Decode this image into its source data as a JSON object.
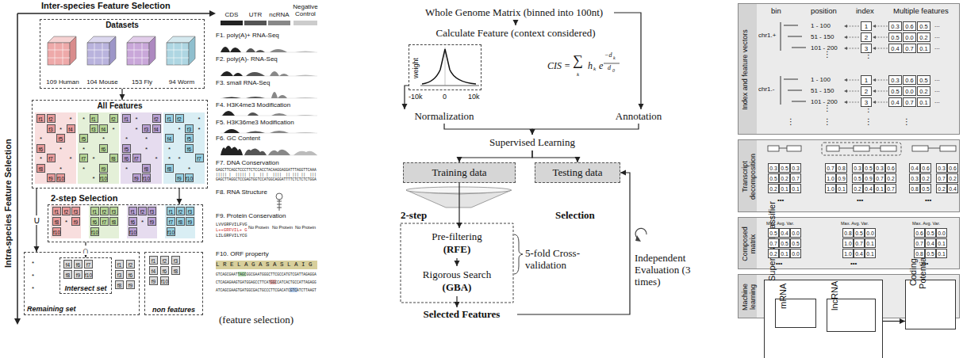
{
  "diagram": {
    "nodes": [
      {
        "text": [
          "Datasets"
        ]
      },
      {
        "text": [
          "109 Human"
        ],
        "in": 0
      },
      {
        "text": [
          "104 Mouse"
        ],
        "in": 0
      },
      {
        "text": [
          "153 Fly"
        ],
        "in": 0
      },
      {
        "text": [
          "94 Worm"
        ],
        "in": 0
      },
      {
        "text": [
          "All Features"
        ]
      },
      {
        "text": [
          "2-step Selection"
        ]
      },
      {
        "text": [
          "Remaining set"
        ]
      },
      {
        "text": [
          "Intersect set"
        ],
        "in": 7
      },
      {
        "text": [
          "non features"
        ]
      },
      {
        "text": [
          "Whole Genome Matrix (binned into 100nt)"
        ]
      },
      {
        "text": [
          "Calculate Feature (context considered)"
        ]
      },
      {
        "text": [
          "weight"
        ]
      },
      {
        "text": [
          "Normalization"
        ]
      },
      {
        "text": [
          "Annotation"
        ]
      },
      {
        "text": [
          "Supervised Learning"
        ]
      },
      {
        "text": [
          "Training data"
        ]
      },
      {
        "text": [
          "Testing data"
        ]
      },
      {
        "text": [
          "Pre-filtering",
          "(RFE)"
        ]
      },
      {
        "text": [
          "Rigorous Search",
          "(GBA)"
        ]
      },
      {
        "text": [
          "Selected Features"
        ]
      },
      {
        "text": [
          "Index and feature vectors"
        ]
      },
      {
        "text": [
          "Transcript decomposition"
        ]
      },
      {
        "text": [
          "Composed matrix"
        ]
      },
      {
        "text": [
          "Machine learning"
        ]
      },
      {
        "text": [
          "Supervised classifier"
        ],
        "in": 24
      },
      {
        "text": [
          "mRNA"
        ],
        "in": 25
      },
      {
        "text": [
          "lncRNA"
        ],
        "in": 25
      },
      {
        "text": [
          "Coding Potential"
        ],
        "in": 24
      }
    ],
    "edges": [
      {
        "from": 0,
        "to": 5,
        "arrow": "to"
      },
      {
        "from": 5,
        "to": 6,
        "arrow": "to"
      },
      {
        "from": 5,
        "to": 7,
        "arrow": "to",
        "label": "∪"
      },
      {
        "from": 6,
        "to": 8,
        "arrow": "to",
        "label": "∩"
      },
      {
        "from": 10,
        "to": 11,
        "arrow": "to"
      },
      {
        "from": 12,
        "to": 13,
        "arrow": "to"
      },
      {
        "from": 10,
        "to": 14,
        "arrow": "to"
      },
      {
        "from": 13,
        "to": 15,
        "arrow": "to"
      },
      {
        "from": 14,
        "to": 15,
        "arrow": "to"
      },
      {
        "from": 15,
        "to": 16,
        "arrow": "to"
      },
      {
        "from": 15,
        "to": 17,
        "arrow": "to"
      },
      {
        "from": 16,
        "to": 18,
        "arrow": "to"
      },
      {
        "from": 18,
        "to": 19,
        "arrow": "to"
      },
      {
        "from": 19,
        "to": 20,
        "arrow": "to"
      },
      {
        "from": 20,
        "to": 17,
        "arrow": "to"
      },
      {
        "from": 25,
        "to": 28,
        "arrow": "to"
      }
    ],
    "labels": [
      "Inter-species Feature Selection",
      "Intra-species Feature Selection",
      "f1",
      "f2",
      "*",
      "f3",
      "*",
      "f4",
      "*",
      "f5",
      "f6",
      "*",
      "*",
      "f7",
      "*",
      "f8",
      "*",
      "f9",
      "f10",
      "*",
      "f1",
      "f2",
      "f3",
      "f4",
      "*",
      "f5",
      "*",
      "*",
      "f6",
      "f7",
      "*",
      "f8",
      "*",
      "f9",
      "*",
      "f10",
      "f1",
      "*",
      "f2",
      "*",
      "f3",
      "f4",
      "*",
      "*",
      "f5",
      "*",
      "f6",
      "f7",
      "*",
      "*",
      "f8",
      "f9",
      "f10",
      "f1",
      "f2",
      "*",
      "*",
      "f3",
      "*",
      "f4",
      "f5",
      "*",
      "f6",
      "*",
      "*",
      "f7",
      "f8",
      "*",
      "f9",
      "f10",
      "f1",
      "f2",
      "f3",
      "f8",
      "*",
      "f9",
      "f10",
      "f1",
      "f2",
      "f3",
      "f6",
      "f7",
      "f8",
      "f10",
      "f1",
      "f2",
      "f3",
      "f6",
      "*",
      "f9",
      "f10",
      "f1",
      "f2",
      "f3",
      "f7",
      "f8",
      "f9",
      "f10",
      "f4",
      "f6",
      "f7",
      "f8",
      "f9",
      "f10",
      "f1",
      "f2",
      "f3",
      "f6",
      "f8",
      "f9",
      "*",
      "*",
      "*",
      "f1",
      "f2",
      "f3",
      "f4",
      "f6",
      "f8",
      "f9",
      "f10",
      "CDS",
      "UTR",
      "ncRNA",
      "Negative Control",
      "F1. poly(A)+ RNA-Seq",
      "F2. poly(A)- RNA-Seq",
      "F3. small RNA-Seq",
      "F4. H3K4me3 Modification",
      "F5. H3K36me3 Modification",
      "F6. GC Content",
      "F7. DNA Conservation",
      "F8. RNA Structure",
      "F9. Protein Conservation",
      "F10. ORF property",
      "GAGCTTCAGCTCCCTTCTCCACCTACAAGGAGGATTTAGGTTCAAA",
      "||||| |  ||||| | |  || |  ||||  || ||| ||  |||",
      "GAGCTTAGGCTCCGAGTGGTCCATGGCAGGATTTTCTCTCTCTGGA",
      "LVVGRFVILFVG",
      "L++GRFVIL+ G",
      "LILGRFVILYCG",
      "No Protein",
      "No Protein",
      "No Protein",
      "L R E L A G A S A S L A I G",
      "GTCAGCGAATTAGCGGCGAATGGGCTTCGCCATGTCGATTAGAGGA",
      "CTCAGAGAAGTGATGGAGCCTTCATGGCCATCACTGCCATTAGAGG",
      "ATCAGCGAAGTGATGGCGACTGCCCTTCGACATCGTCATCTTAAGT",
      "(feature selection)",
      "-10k",
      "0",
      "10k",
      "CIS =",
      "∑",
      "k",
      "h",
      "k",
      "e",
      "−d",
      "k",
      "d",
      "0",
      "2-step",
      "Selection",
      "5-fold Cross-validation",
      "Independent Evaluation (3 times)",
      "bin",
      "position",
      "index",
      "Multiple features",
      "chr1.+",
      "chr1.-",
      "1 - 100",
      "51 - 150",
      "101 - 200",
      "⋮",
      "1",
      "2",
      "3",
      "⋮",
      "0.3",
      "0.6",
      "0.5",
      "0.5",
      "0.0",
      "0.2",
      "0.4",
      "0.7",
      "0.1",
      "...",
      "...",
      "...",
      "1 - 100",
      "51 - 150",
      "101 - 200",
      "⋮",
      "1",
      "2",
      "3",
      "⋮",
      "0.3",
      "0.6",
      "0.5",
      "0.5",
      "0.0",
      "0.2",
      "0.4",
      "0.7",
      "0.1",
      "...",
      "...",
      "...",
      "⋮",
      "⋮",
      "⋮",
      "⋮",
      "0.3",
      "0.5",
      "0.3",
      "0.5",
      "0.2",
      "0.7",
      "0.2",
      "0.1",
      "0.1",
      "0.7",
      "0.8",
      "1.0",
      "0.9",
      "1.0",
      "0.1",
      "0.3",
      "0.5",
      "0.3",
      "0.6",
      "0.5",
      "0.9",
      "0.7",
      "0.2",
      "0.2",
      "0.4",
      "0.1",
      "0.7",
      "0.4",
      "0.6",
      "0.3",
      "0.2",
      "0.8",
      "0.5",
      "0.3",
      "0.6",
      "0.7",
      "0.2",
      "0.2",
      "0.4",
      "•••",
      "•••",
      "•••",
      "Max. Avg. Var.",
      "Max. Avg. Var.",
      "Max. Avg. Var.",
      "0.5",
      "0.4",
      "0.0",
      "0.7",
      "0.5",
      "0.5",
      "0.2",
      "0.1",
      "0.0",
      "0.8",
      "0.5",
      "0.0",
      "1.0",
      "0.7",
      "0.1",
      "1.0",
      "0.4",
      "0.1",
      "0.6",
      "0.5",
      "0.0",
      "0.7",
      "0.4",
      "0.1",
      "0.8",
      "0.5",
      "0.1",
      "•••",
      "•••",
      "•••"
    ]
  }
}
